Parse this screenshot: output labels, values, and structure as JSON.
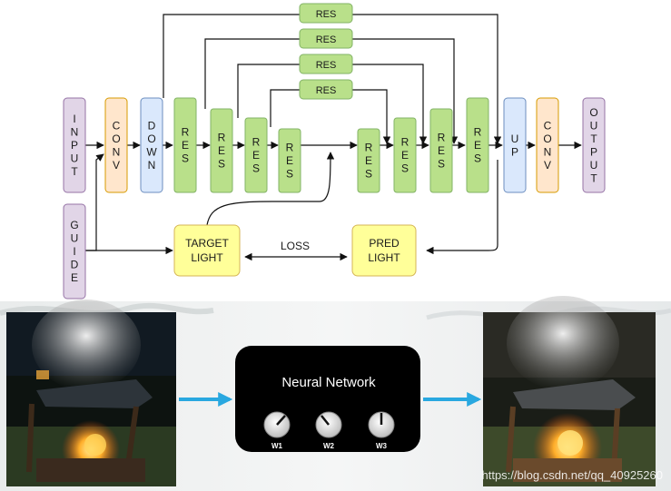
{
  "diagram": {
    "blocks": {
      "input": "INPUT",
      "conv_in": "CONV",
      "down": "DOWN",
      "res": "RES",
      "up": "UP",
      "conv_out": "CONV",
      "output": "OUTPUT",
      "guide": "GUIDE"
    },
    "skip_labels": [
      "RES",
      "RES",
      "RES",
      "RES"
    ],
    "target_light": [
      "TARGET",
      "LIGHT"
    ],
    "pred_light": [
      "PRED",
      "LIGHT"
    ],
    "loss": "LOSS"
  },
  "illustration": {
    "network_title": "Neural Network",
    "knobs": [
      "W1",
      "W2",
      "W3"
    ]
  },
  "watermark": "https://blog.csdn.net/qq_40925260",
  "colors": {
    "purple": "#e1d5e7",
    "purple_border": "#9673a6",
    "orange": "#ffe6cc",
    "orange_border": "#d79b00",
    "blue": "#dae8fc",
    "blue_border": "#6c8ebf",
    "green": "#d5e8d4",
    "green_border": "#82b366",
    "green_fill": "#b9e08a",
    "yellow": "#ffff99",
    "yellow_border": "#d6b656",
    "arrow_blue": "#29a8e0"
  }
}
